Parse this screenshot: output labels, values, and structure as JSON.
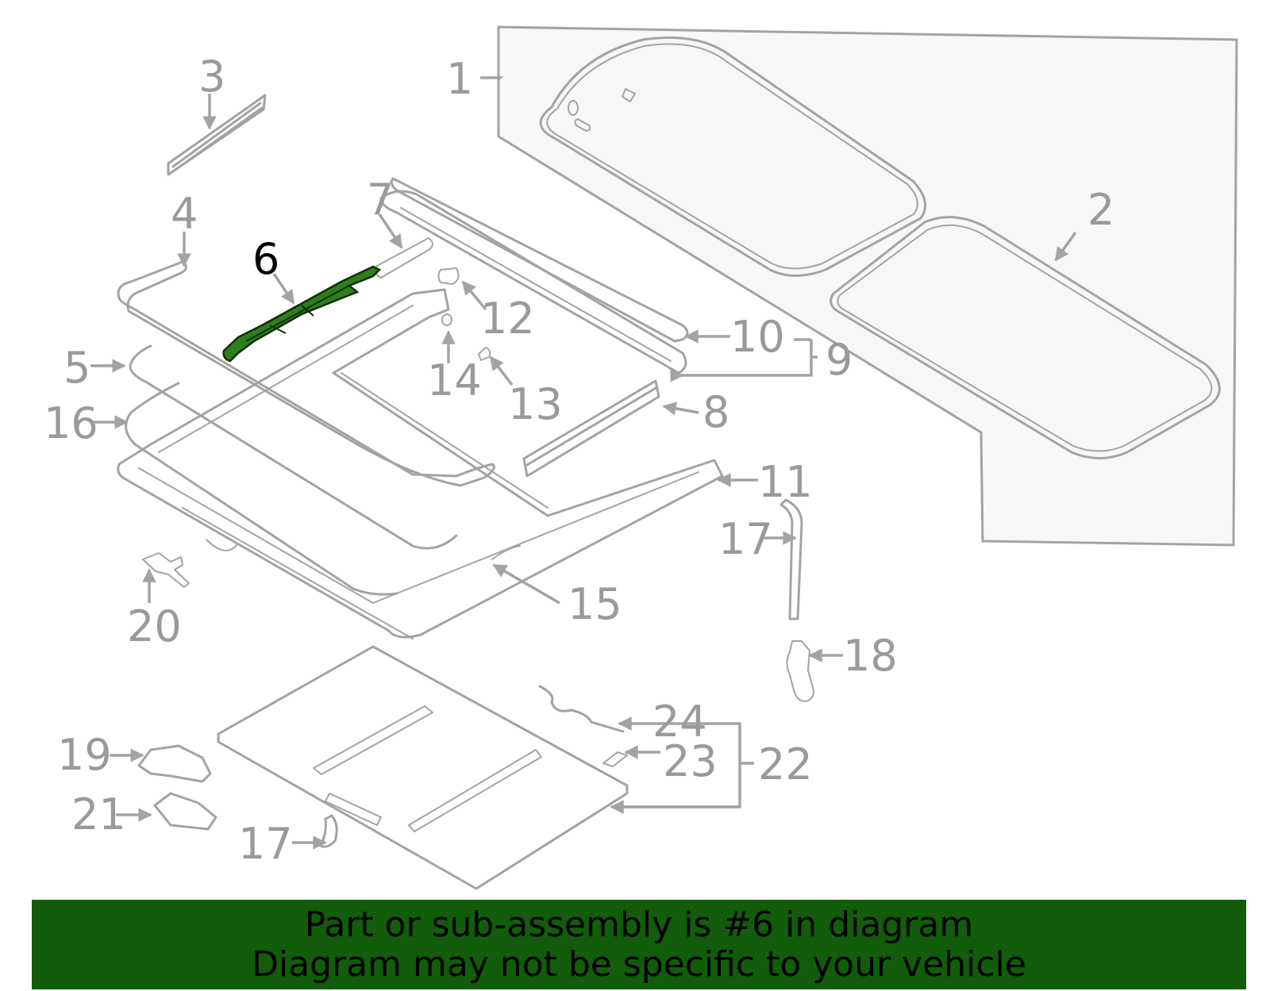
{
  "diagram": {
    "callouts": [
      {
        "id": "c1",
        "label": "1"
      },
      {
        "id": "c2",
        "label": "2"
      },
      {
        "id": "c3",
        "label": "3"
      },
      {
        "id": "c4",
        "label": "4"
      },
      {
        "id": "c5",
        "label": "5"
      },
      {
        "id": "c6",
        "label": "6",
        "highlighted": true
      },
      {
        "id": "c7",
        "label": "7"
      },
      {
        "id": "c8",
        "label": "8"
      },
      {
        "id": "c9",
        "label": "9"
      },
      {
        "id": "c10",
        "label": "10"
      },
      {
        "id": "c11",
        "label": "11"
      },
      {
        "id": "c12",
        "label": "12"
      },
      {
        "id": "c13",
        "label": "13"
      },
      {
        "id": "c14",
        "label": "14"
      },
      {
        "id": "c15",
        "label": "15"
      },
      {
        "id": "c16",
        "label": "16"
      },
      {
        "id": "c17a",
        "label": "17"
      },
      {
        "id": "c17b",
        "label": "17"
      },
      {
        "id": "c18",
        "label": "18"
      },
      {
        "id": "c19",
        "label": "19"
      },
      {
        "id": "c20",
        "label": "20"
      },
      {
        "id": "c21",
        "label": "21"
      },
      {
        "id": "c22",
        "label": "22"
      },
      {
        "id": "c23",
        "label": "23"
      },
      {
        "id": "c24",
        "label": "24"
      }
    ],
    "highlight_color": "#2f7d1b",
    "line_color": "#a3a3a3"
  },
  "banner": {
    "line1": "Part or sub-assembly is #6 in diagram",
    "line2": "Diagram may not be specific to your vehicle",
    "background": "#125c0b"
  }
}
